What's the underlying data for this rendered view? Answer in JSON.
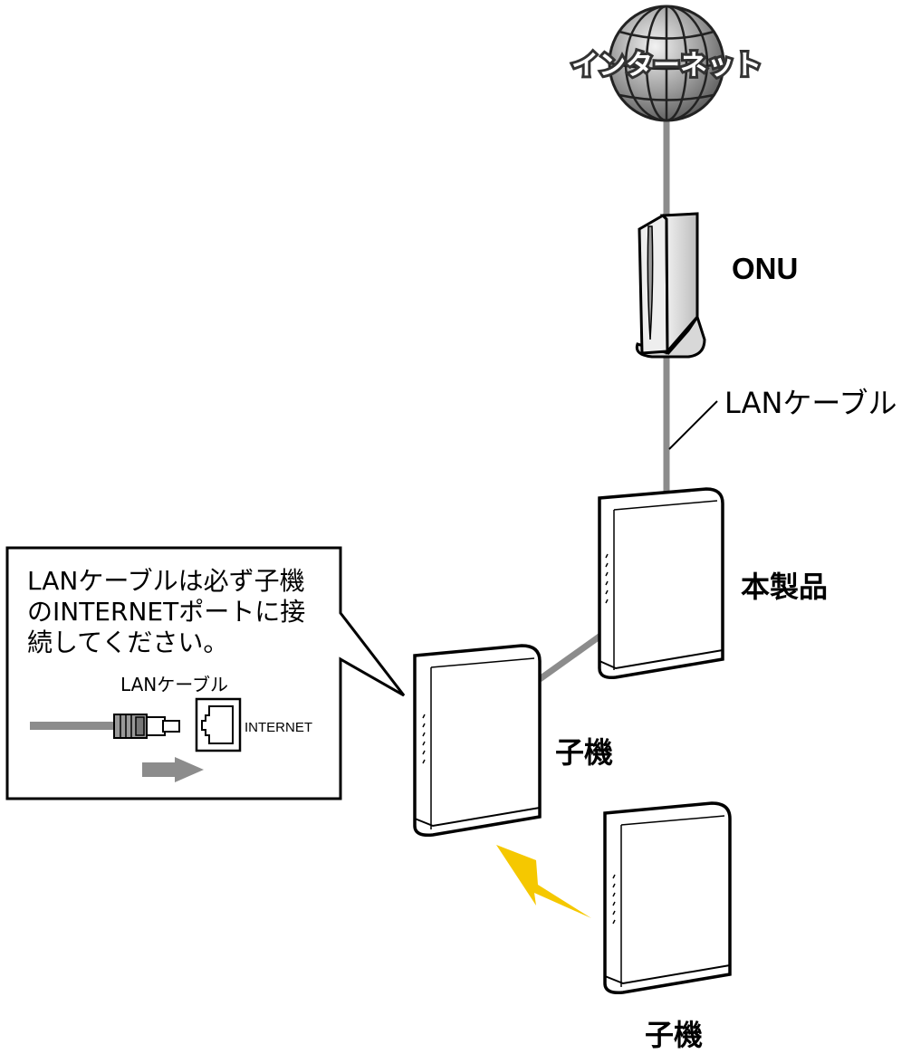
{
  "diagram": {
    "title": "Network connection diagram",
    "nodes": {
      "internet": {
        "label": "インターネット",
        "icon": "globe-icon"
      },
      "onu": {
        "label": "ONU",
        "icon": "onu-device-icon"
      },
      "main_router": {
        "label": "本製品",
        "icon": "router-icon"
      },
      "child_wired": {
        "label": "子機",
        "icon": "router-icon"
      },
      "child_wireless": {
        "label": "子機",
        "icon": "router-icon"
      }
    },
    "connections": [
      {
        "from": "internet",
        "to": "onu",
        "type": "cable"
      },
      {
        "from": "onu",
        "to": "main_router",
        "type": "LAN cable",
        "label": "LANケーブル"
      },
      {
        "from": "main_router",
        "to": "child_wired",
        "type": "LAN cable"
      },
      {
        "from": "child_wired",
        "to": "child_wireless",
        "type": "wireless",
        "icon": "lightning-bolt-icon"
      }
    ],
    "callout": {
      "lines": [
        "LANケーブルは必ず子機",
        "のINTERNETポートに接",
        "続してください。"
      ],
      "cable_label": "LANケーブル",
      "port_label": "INTERNET",
      "icons": [
        "lan-cable-plug-icon",
        "ethernet-port-icon",
        "arrow-right-icon"
      ]
    },
    "colors": {
      "cable": "#8c8c8c",
      "wireless": "#f5c800",
      "outline": "#000000",
      "globe": "#8a8a8a"
    }
  }
}
